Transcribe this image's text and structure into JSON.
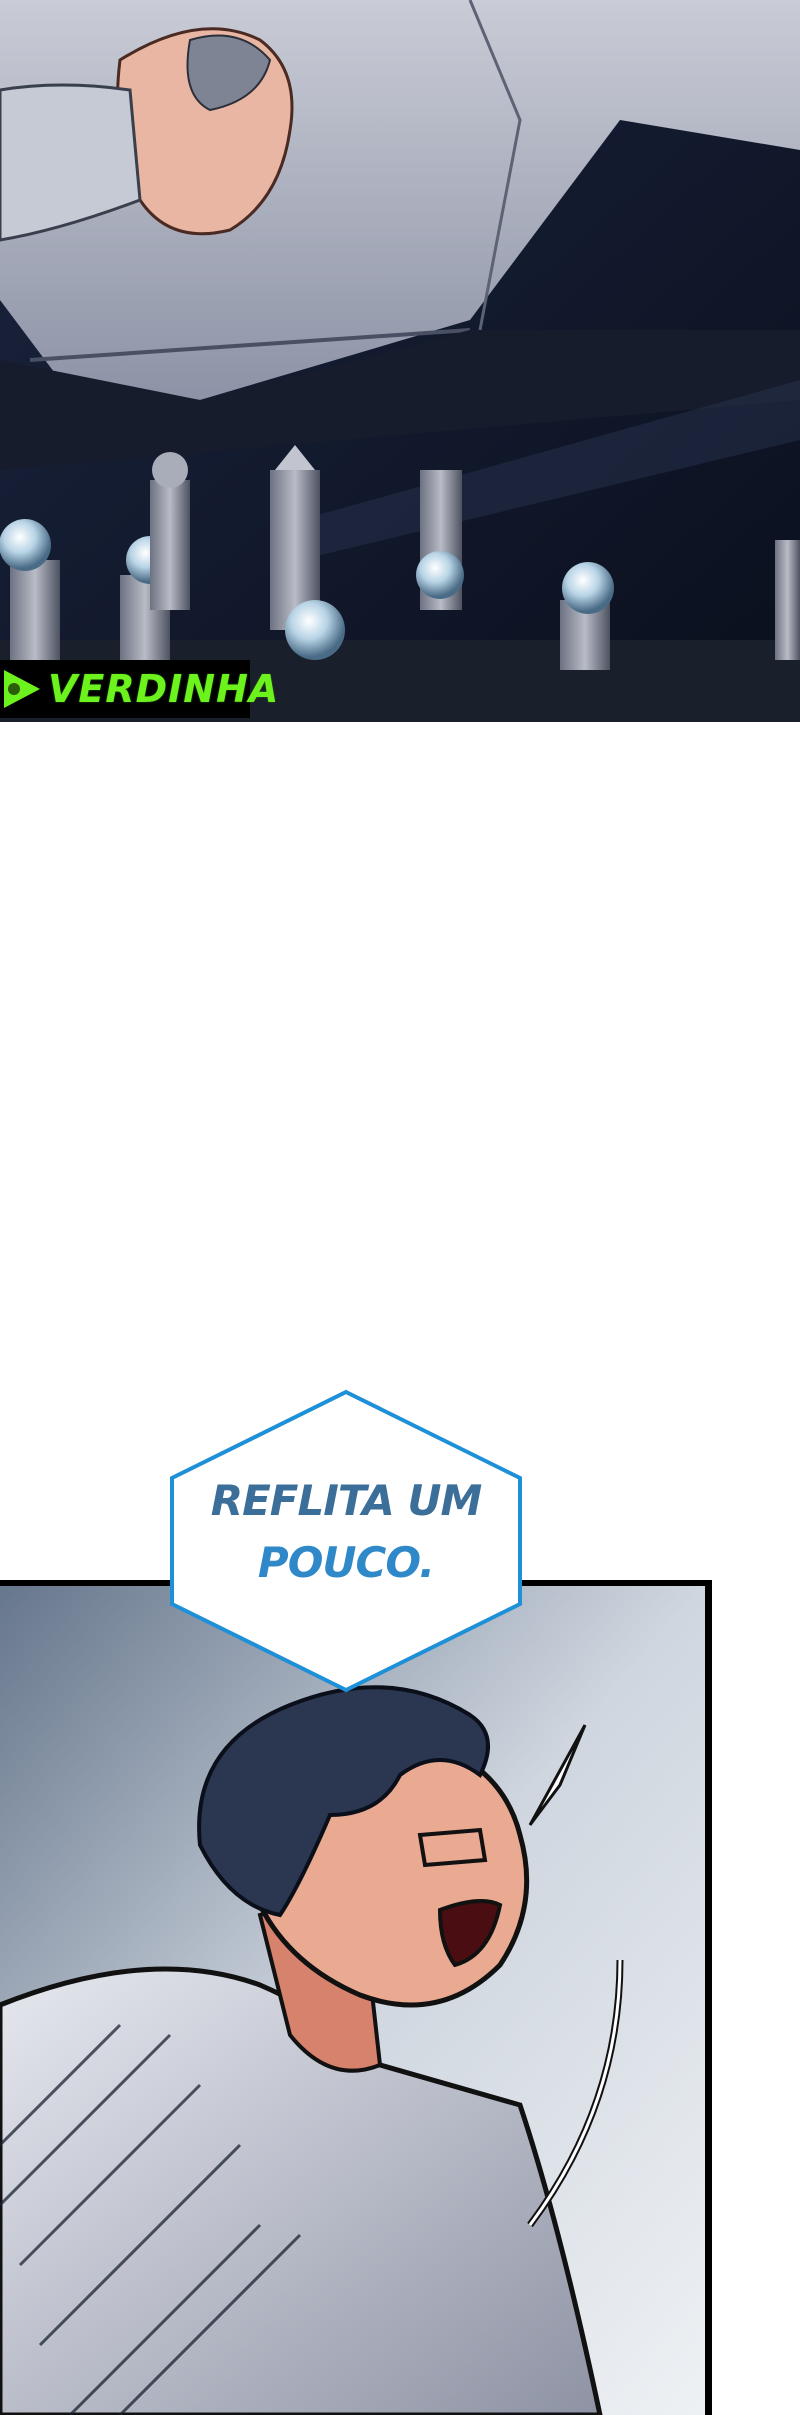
{
  "watermark": {
    "label": "VERDINHA"
  },
  "speech_bubble": {
    "line1": "REFLITA UM",
    "line2": "POUCO."
  },
  "colors": {
    "bubble_border": "#1e90d8",
    "bubble_text": "#3b6f99",
    "watermark_green": "#6cf21c"
  }
}
